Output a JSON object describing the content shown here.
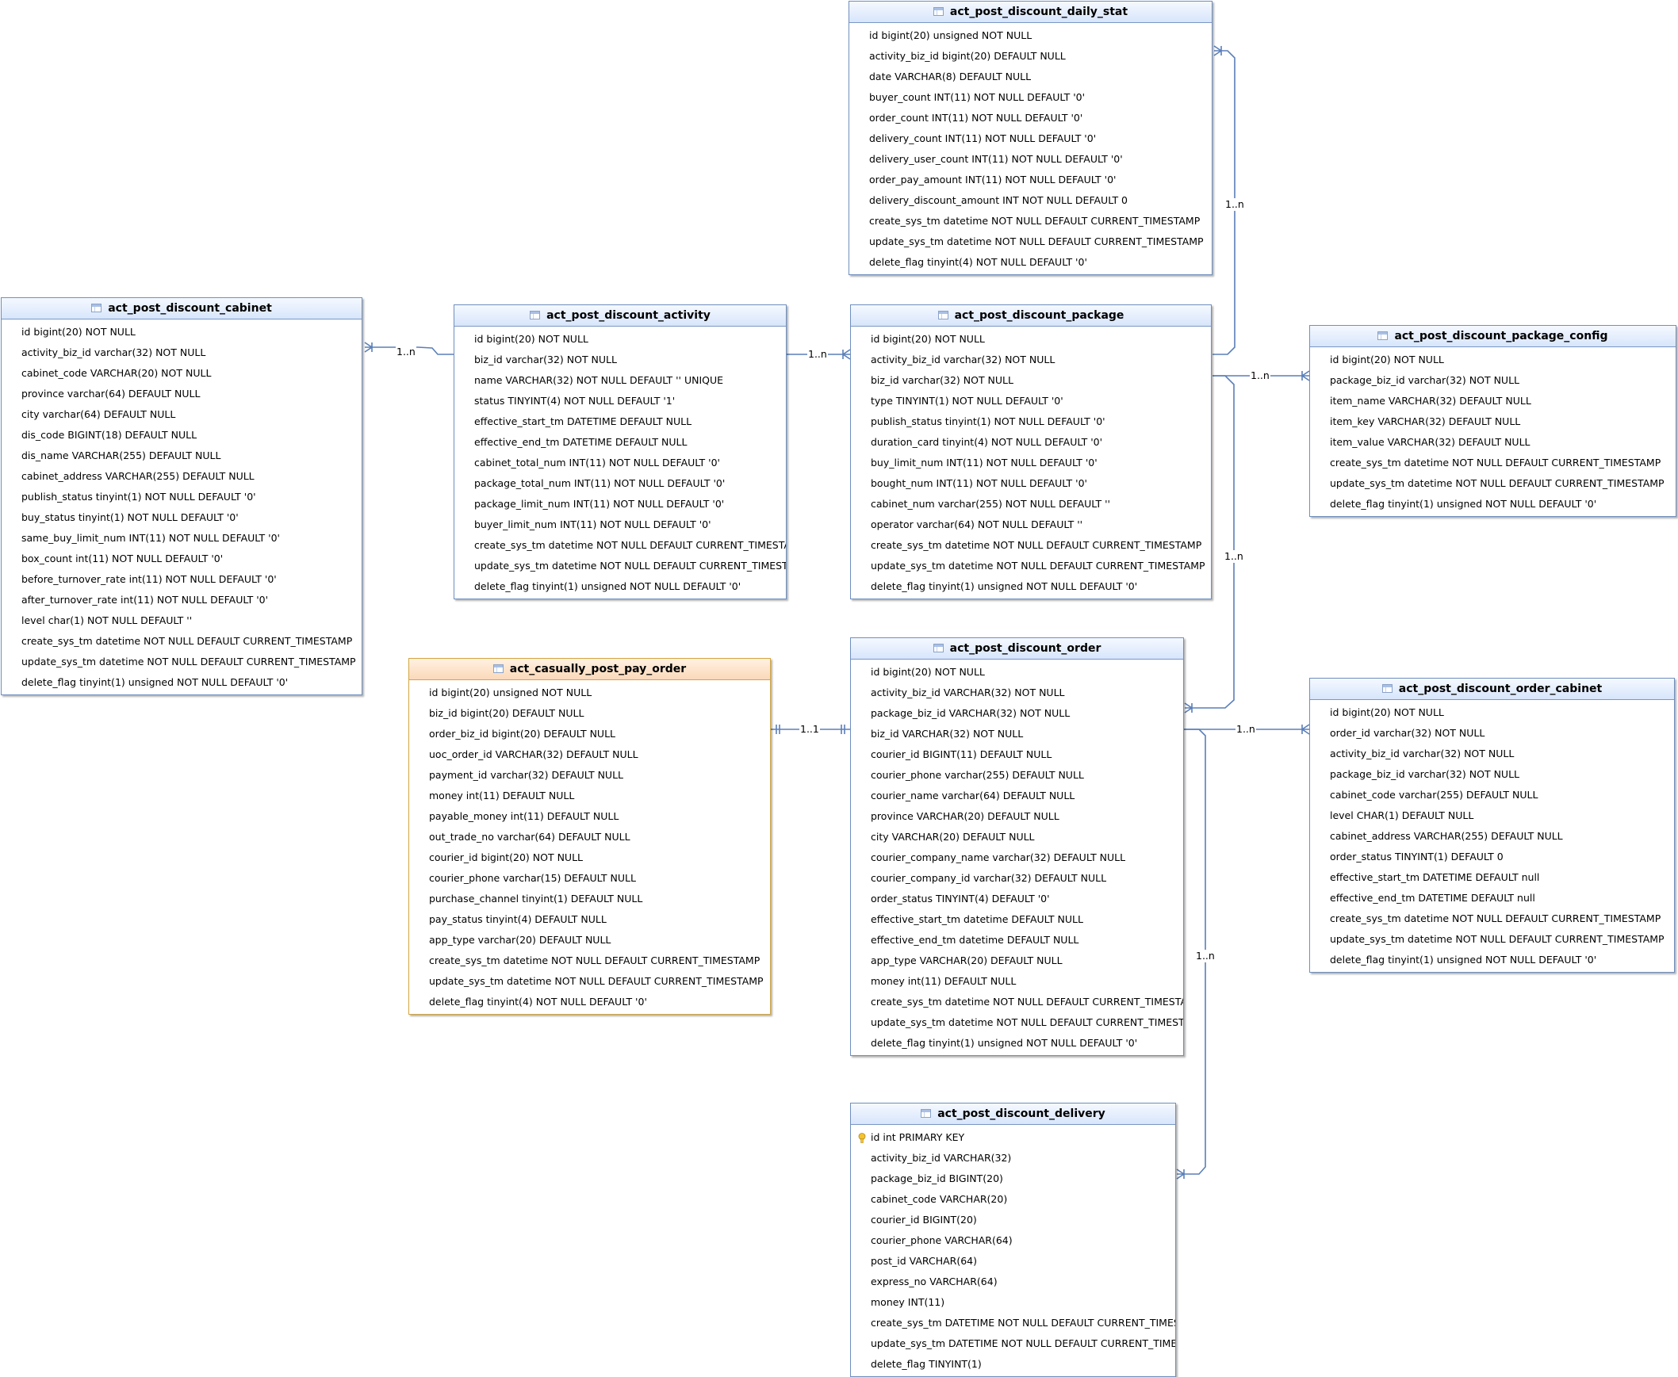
{
  "entities": [
    {
      "id": "daily_stat",
      "title": "act_post_discount_daily_stat",
      "highlight": false,
      "fields": [
        {
          "text": "id bigint(20) unsigned NOT NULL"
        },
        {
          "text": "activity_biz_id bigint(20) DEFAULT NULL"
        },
        {
          "text": "date VARCHAR(8) DEFAULT NULL"
        },
        {
          "text": "buyer_count INT(11) NOT NULL DEFAULT '0'"
        },
        {
          "text": "order_count INT(11) NOT NULL DEFAULT '0'"
        },
        {
          "text": "delivery_count INT(11) NOT NULL DEFAULT '0'"
        },
        {
          "text": "delivery_user_count INT(11) NOT NULL DEFAULT '0'"
        },
        {
          "text": "order_pay_amount INT(11) NOT NULL DEFAULT '0'"
        },
        {
          "text": "delivery_discount_amount INT NOT NULL DEFAULT 0"
        },
        {
          "text": "create_sys_tm datetime NOT NULL DEFAULT CURRENT_TIMESTAMP"
        },
        {
          "text": "update_sys_tm datetime NOT NULL DEFAULT CURRENT_TIMESTAMP"
        },
        {
          "text": "delete_flag tinyint(4) NOT NULL DEFAULT '0'"
        }
      ]
    },
    {
      "id": "cabinet",
      "title": "act_post_discount_cabinet",
      "highlight": false,
      "fields": [
        {
          "text": "id bigint(20) NOT NULL"
        },
        {
          "text": "activity_biz_id varchar(32) NOT NULL"
        },
        {
          "text": "cabinet_code VARCHAR(20) NOT NULL"
        },
        {
          "text": "province varchar(64) DEFAULT NULL"
        },
        {
          "text": "city varchar(64) DEFAULT NULL"
        },
        {
          "text": "dis_code BIGINT(18) DEFAULT NULL"
        },
        {
          "text": "dis_name VARCHAR(255) DEFAULT NULL"
        },
        {
          "text": "cabinet_address VARCHAR(255) DEFAULT NULL"
        },
        {
          "text": "publish_status tinyint(1) NOT NULL DEFAULT '0'"
        },
        {
          "text": "buy_status tinyint(1) NOT NULL DEFAULT '0'"
        },
        {
          "text": "same_buy_limit_num INT(11) NOT NULL DEFAULT '0'"
        },
        {
          "text": "box_count int(11) NOT NULL DEFAULT '0'"
        },
        {
          "text": "before_turnover_rate int(11) NOT NULL DEFAULT '0'"
        },
        {
          "text": "after_turnover_rate int(11) NOT NULL DEFAULT '0'"
        },
        {
          "text": "level char(1) NOT NULL DEFAULT ''"
        },
        {
          "text": "create_sys_tm datetime NOT NULL DEFAULT CURRENT_TIMESTAMP"
        },
        {
          "text": "update_sys_tm datetime NOT NULL DEFAULT CURRENT_TIMESTAMP"
        },
        {
          "text": "delete_flag tinyint(1) unsigned NOT NULL DEFAULT '0'"
        }
      ]
    },
    {
      "id": "activity",
      "title": "act_post_discount_activity",
      "highlight": false,
      "fields": [
        {
          "text": "id bigint(20) NOT NULL"
        },
        {
          "text": "biz_id varchar(32) NOT NULL"
        },
        {
          "text": "name VARCHAR(32) NOT NULL DEFAULT '' UNIQUE"
        },
        {
          "text": "status TINYINT(4) NOT NULL DEFAULT '1'"
        },
        {
          "text": "effective_start_tm DATETIME DEFAULT NULL"
        },
        {
          "text": "effective_end_tm DATETIME DEFAULT NULL"
        },
        {
          "text": "cabinet_total_num INT(11) NOT NULL DEFAULT '0'"
        },
        {
          "text": "package_total_num INT(11) NOT NULL DEFAULT '0'"
        },
        {
          "text": "package_limit_num INT(11) NOT NULL DEFAULT '0'"
        },
        {
          "text": "buyer_limit_num INT(11) NOT NULL DEFAULT '0'"
        },
        {
          "text": "create_sys_tm datetime NOT NULL DEFAULT CURRENT_TIMESTAM"
        },
        {
          "text": "update_sys_tm datetime NOT NULL DEFAULT CURRENT_TIMESTA"
        },
        {
          "text": "delete_flag tinyint(1) unsigned NOT NULL DEFAULT '0'"
        }
      ]
    },
    {
      "id": "package",
      "title": "act_post_discount_package",
      "highlight": false,
      "fields": [
        {
          "text": "id bigint(20) NOT NULL"
        },
        {
          "text": "activity_biz_id varchar(32) NOT NULL"
        },
        {
          "text": "biz_id varchar(32) NOT NULL"
        },
        {
          "text": "type TINYINT(1) NOT NULL DEFAULT '0'"
        },
        {
          "text": "publish_status tinyint(1) NOT NULL DEFAULT '0'"
        },
        {
          "text": "duration_card tinyint(4) NOT NULL DEFAULT '0'"
        },
        {
          "text": "buy_limit_num INT(11) NOT NULL DEFAULT '0'"
        },
        {
          "text": "bought_num INT(11) NOT NULL DEFAULT '0'"
        },
        {
          "text": "cabinet_num varchar(255) NOT NULL DEFAULT ''"
        },
        {
          "text": "operator varchar(64) NOT NULL DEFAULT ''"
        },
        {
          "text": "create_sys_tm datetime NOT NULL DEFAULT CURRENT_TIMESTAMP"
        },
        {
          "text": "update_sys_tm datetime NOT NULL DEFAULT CURRENT_TIMESTAMP"
        },
        {
          "text": "delete_flag tinyint(1) unsigned NOT NULL DEFAULT '0'"
        }
      ]
    },
    {
      "id": "package_config",
      "title": "act_post_discount_package_config",
      "highlight": false,
      "fields": [
        {
          "text": "id bigint(20) NOT NULL"
        },
        {
          "text": "package_biz_id varchar(32) NOT NULL"
        },
        {
          "text": "item_name VARCHAR(32) DEFAULT NULL"
        },
        {
          "text": "item_key VARCHAR(32) DEFAULT NULL"
        },
        {
          "text": "item_value VARCHAR(32) DEFAULT NULL"
        },
        {
          "text": "create_sys_tm datetime NOT NULL DEFAULT CURRENT_TIMESTAMP"
        },
        {
          "text": "update_sys_tm datetime NOT NULL DEFAULT CURRENT_TIMESTAMP"
        },
        {
          "text": "delete_flag tinyint(1) unsigned NOT NULL DEFAULT '0'"
        }
      ]
    },
    {
      "id": "pay_order",
      "title": "act_casually_post_pay_order",
      "highlight": true,
      "fields": [
        {
          "text": "id bigint(20) unsigned NOT NULL"
        },
        {
          "text": "biz_id bigint(20) DEFAULT NULL"
        },
        {
          "text": "order_biz_id bigint(20) DEFAULT NULL"
        },
        {
          "text": "uoc_order_id VARCHAR(32) DEFAULT NULL"
        },
        {
          "text": "payment_id varchar(32) DEFAULT NULL"
        },
        {
          "text": "money int(11) DEFAULT NULL"
        },
        {
          "text": "payable_money int(11) DEFAULT NULL"
        },
        {
          "text": "out_trade_no varchar(64) DEFAULT NULL"
        },
        {
          "text": "courier_id bigint(20) NOT NULL"
        },
        {
          "text": "courier_phone varchar(15) DEFAULT NULL"
        },
        {
          "text": "purchase_channel tinyint(1) DEFAULT NULL"
        },
        {
          "text": "pay_status tinyint(4) DEFAULT NULL"
        },
        {
          "text": "app_type varchar(20) DEFAULT NULL"
        },
        {
          "text": "create_sys_tm datetime NOT NULL DEFAULT CURRENT_TIMESTAMP"
        },
        {
          "text": "update_sys_tm datetime NOT NULL DEFAULT CURRENT_TIMESTAMP"
        },
        {
          "text": "delete_flag tinyint(4) NOT NULL DEFAULT '0'"
        }
      ]
    },
    {
      "id": "order",
      "title": "act_post_discount_order",
      "highlight": false,
      "fields": [
        {
          "text": "id bigint(20) NOT NULL"
        },
        {
          "text": "activity_biz_id VARCHAR(32) NOT NULL"
        },
        {
          "text": "package_biz_id VARCHAR(32) NOT NULL"
        },
        {
          "text": "biz_id VARCHAR(32) NOT NULL"
        },
        {
          "text": "courier_id BIGINT(11) DEFAULT NULL"
        },
        {
          "text": "courier_phone varchar(255) DEFAULT NULL"
        },
        {
          "text": "courier_name varchar(64) DEFAULT NULL"
        },
        {
          "text": "province VARCHAR(20) DEFAULT NULL"
        },
        {
          "text": "city VARCHAR(20) DEFAULT NULL"
        },
        {
          "text": "courier_company_name varchar(32) DEFAULT NULL"
        },
        {
          "text": "courier_company_id varchar(32) DEFAULT NULL"
        },
        {
          "text": "order_status TINYINT(4) DEFAULT '0'"
        },
        {
          "text": "effective_start_tm datetime DEFAULT NULL"
        },
        {
          "text": "effective_end_tm datetime DEFAULT NULL"
        },
        {
          "text": "app_type VARCHAR(20) DEFAULT NULL"
        },
        {
          "text": "money int(11) DEFAULT NULL"
        },
        {
          "text": "create_sys_tm datetime NOT NULL DEFAULT CURRENT_TIMESTAM"
        },
        {
          "text": "update_sys_tm datetime NOT NULL DEFAULT CURRENT_TIMESTA"
        },
        {
          "text": "delete_flag tinyint(1) unsigned NOT NULL DEFAULT '0'"
        }
      ]
    },
    {
      "id": "order_cabinet",
      "title": "act_post_discount_order_cabinet",
      "highlight": false,
      "fields": [
        {
          "text": "id bigint(20) NOT NULL"
        },
        {
          "text": "order_id varchar(32) NOT NULL"
        },
        {
          "text": "activity_biz_id varchar(32) NOT NULL"
        },
        {
          "text": "package_biz_id varchar(32) NOT NULL"
        },
        {
          "text": "cabinet_code varchar(255) DEFAULT NULL"
        },
        {
          "text": "level CHAR(1) DEFAULT NULL"
        },
        {
          "text": "cabinet_address VARCHAR(255) DEFAULT NULL"
        },
        {
          "text": "order_status TINYINT(1) DEFAULT 0"
        },
        {
          "text": "effective_start_tm DATETIME DEFAULT null"
        },
        {
          "text": "effective_end_tm DATETIME DEFAULT null"
        },
        {
          "text": "create_sys_tm datetime NOT NULL DEFAULT CURRENT_TIMESTAMP"
        },
        {
          "text": "update_sys_tm datetime NOT NULL DEFAULT CURRENT_TIMESTAMP"
        },
        {
          "text": "delete_flag tinyint(1) unsigned NOT NULL DEFAULT '0'"
        }
      ]
    },
    {
      "id": "delivery",
      "title": "act_post_discount_delivery",
      "highlight": false,
      "fields": [
        {
          "text": "id int PRIMARY KEY",
          "key": true
        },
        {
          "text": "activity_biz_id VARCHAR(32)"
        },
        {
          "text": "package_biz_id BIGINT(20)"
        },
        {
          "text": "cabinet_code VARCHAR(20)"
        },
        {
          "text": "courier_id BIGINT(20)"
        },
        {
          "text": "courier_phone VARCHAR(64)"
        },
        {
          "text": "post_id VARCHAR(64)"
        },
        {
          "text": "express_no VARCHAR(64)"
        },
        {
          "text": "money INT(11)"
        },
        {
          "text": "create_sys_tm DATETIME NOT NULL DEFAULT CURRENT_TIMEST"
        },
        {
          "text": "update_sys_tm DATETIME NOT NULL DEFAULT CURRENT_TIMES"
        },
        {
          "text": "delete_flag TINYINT(1)"
        }
      ]
    }
  ],
  "relations": [
    {
      "from": "activity",
      "to": "cabinet",
      "label": "1..n"
    },
    {
      "from": "activity",
      "to": "package",
      "label": "1..n"
    },
    {
      "from": "package",
      "to": "daily_stat",
      "label": "1..n"
    },
    {
      "from": "package",
      "to": "package_config",
      "label": "1..n"
    },
    {
      "from": "package",
      "to": "order",
      "label": "1..n"
    },
    {
      "from": "pay_order",
      "to": "order",
      "label": "1..1"
    },
    {
      "from": "order",
      "to": "order_cabinet",
      "label": "1..n"
    },
    {
      "from": "order",
      "to": "delivery",
      "label": "1..n"
    }
  ],
  "colors": {
    "line": "#5a7fb8",
    "border": "#6f8fbf",
    "highlight_border": "#d3a640",
    "key_icon": "#f2c230"
  }
}
